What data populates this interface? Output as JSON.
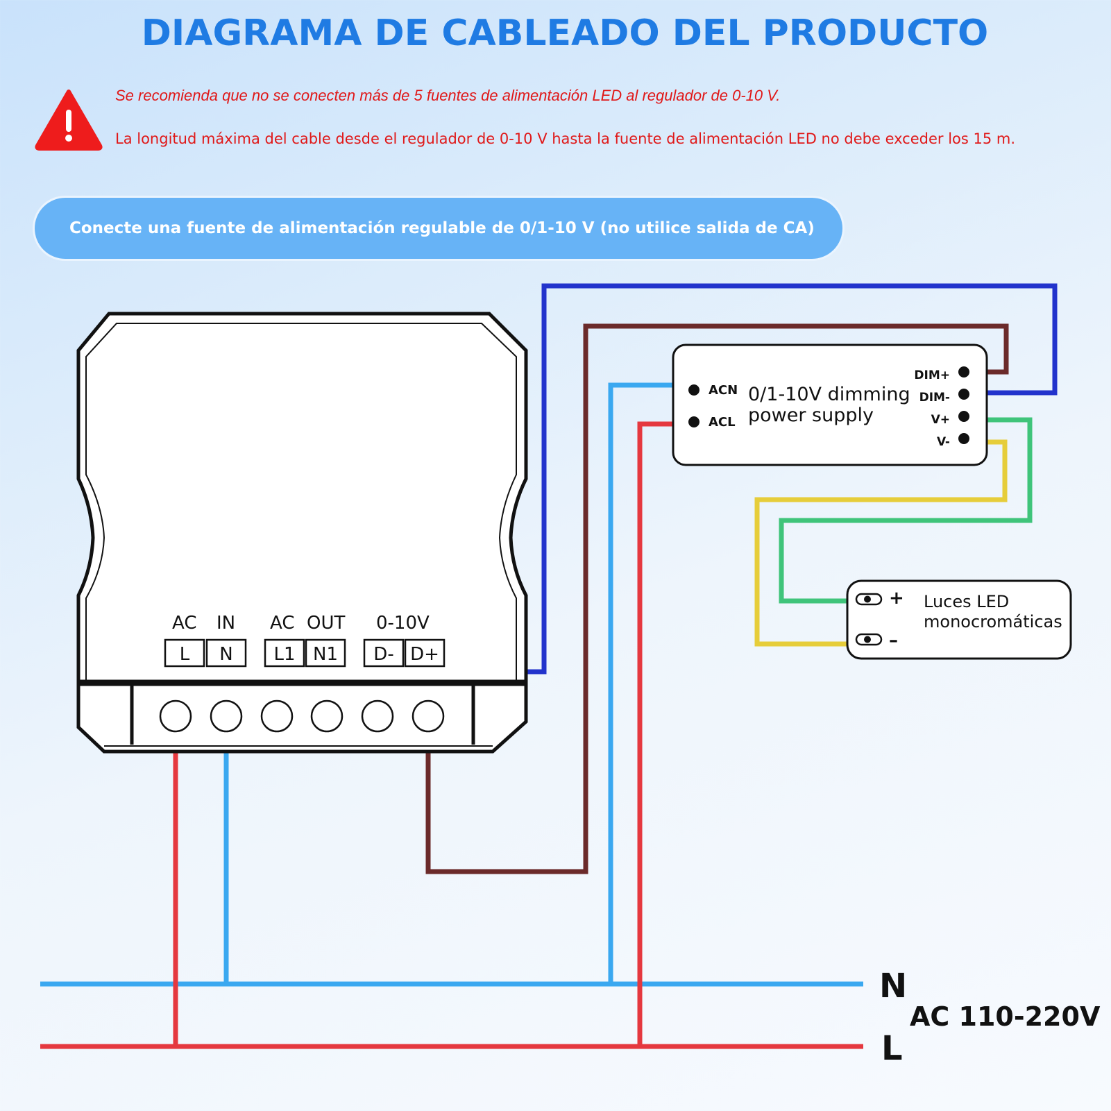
{
  "title": "DIAGRAMA DE CABLEADO DEL PRODUCTO",
  "warnings": {
    "line1": "Se recomienda que no se conecten más de 5 fuentes de alimentación LED al regulador de 0-10 V.",
    "line2": "La longitud máxima del cable desde el regulador de 0-10 V hasta la fuente de alimentación LED no debe exceder los 15 m."
  },
  "banner": "Conecte una fuente de alimentación regulable de 0/1-10 V (no utilice salida de CA)",
  "controller": {
    "group_labels": [
      "AC",
      "IN",
      "AC",
      "OUT",
      "0-10V"
    ],
    "terminals": [
      "L",
      "N",
      "L1",
      "N1",
      "D-",
      "D+"
    ]
  },
  "power_supply": {
    "name_line1": "0/1-10V dimming",
    "name_line2": "power supply",
    "left_pins": [
      "ACN",
      "ACL"
    ],
    "right_pins": [
      "DIM+",
      "DIM-",
      "V+",
      "V-"
    ]
  },
  "led": {
    "plus": "+",
    "minus": "–",
    "label_line1": "Luces LED",
    "label_line2": "monocromáticas"
  },
  "mains": {
    "n_label": "N",
    "l_label": "L",
    "voltage": "AC 110-220V"
  },
  "colors": {
    "title": "#1f7be3",
    "warning": "#e01818",
    "banner": "#67b3f6",
    "wire_neutral": "#3aa8f0",
    "wire_live": "#e5383f",
    "wire_dim_plus": "#6b2a2a",
    "wire_dim_minus": "#2233cc",
    "wire_v_plus": "#3fc47a",
    "wire_v_minus": "#e6cd3a"
  }
}
